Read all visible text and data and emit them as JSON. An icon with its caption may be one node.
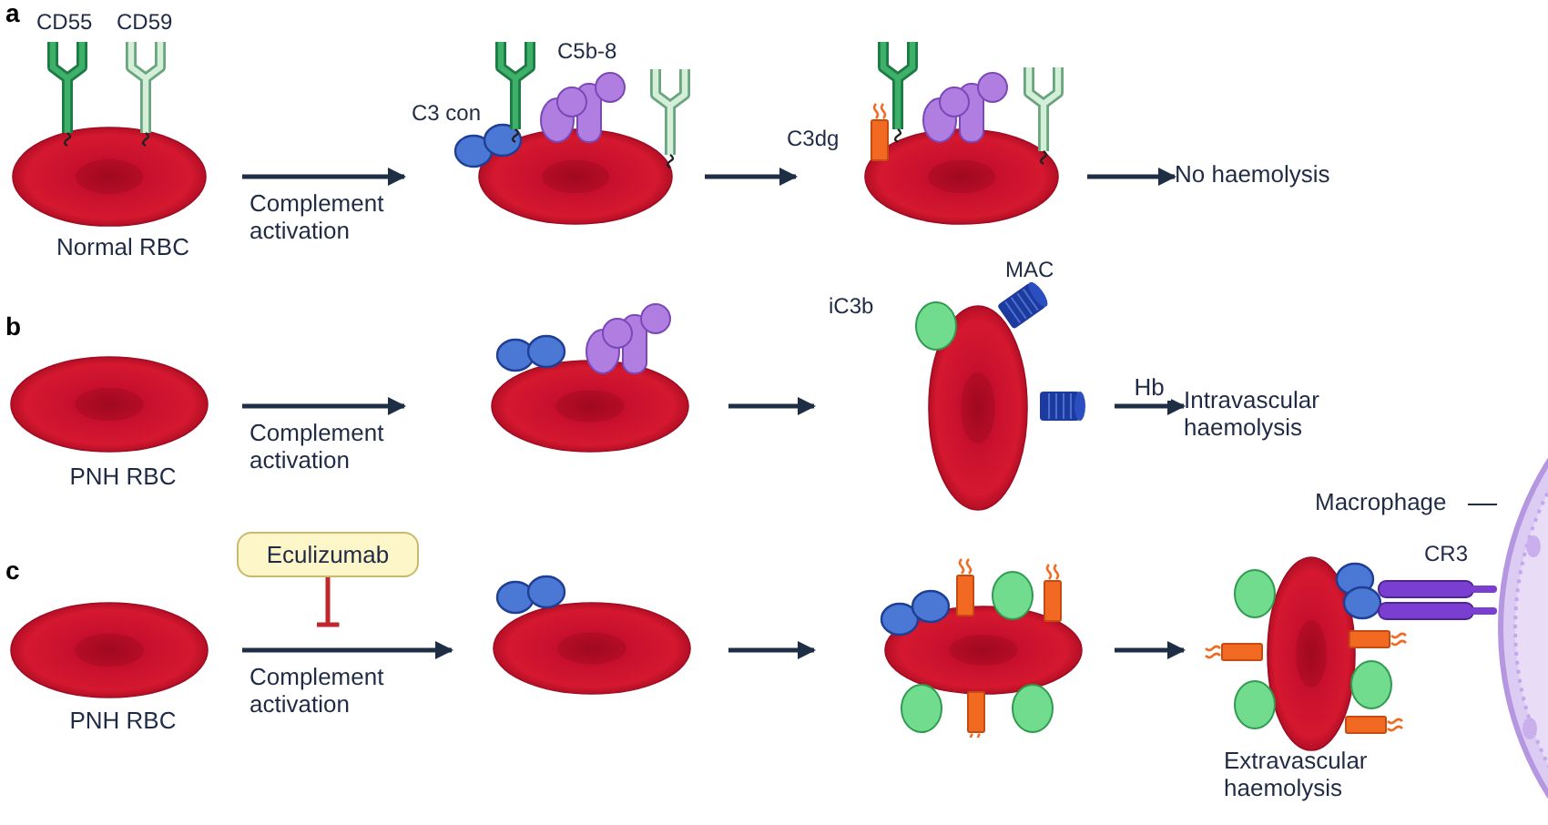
{
  "diagram": {
    "nodes": [
      {
        "text": [
          "Normal RBC"
        ]
      },
      {
        "text": [],
        "shape": "picture"
      },
      {
        "text": [],
        "shape": "picture"
      },
      {
        "text": [
          "No haemolysis"
        ]
      },
      {
        "text": [
          "PNH RBC"
        ]
      },
      {
        "text": [],
        "shape": "picture"
      },
      {
        "text": [],
        "shape": "picture"
      },
      {
        "text": [
          "Intravascular haemolysis"
        ]
      },
      {
        "text": [
          "PNH RBC"
        ]
      },
      {
        "text": [
          "Eculizumab"
        ]
      },
      {
        "text": [],
        "shape": "picture"
      },
      {
        "text": [],
        "shape": "picture"
      },
      {
        "text": [
          "Extravascular haemolysis"
        ]
      },
      {
        "text": [
          "Macrophage"
        ]
      },
      {
        "text": [],
        "shape": "picture"
      }
    ],
    "edges": [
      {
        "from": 0,
        "to": 1,
        "arrow": "to",
        "label": "Complement activation"
      },
      {
        "from": 1,
        "to": 2,
        "arrow": "to"
      },
      {
        "from": 2,
        "to": 3,
        "arrow": "to"
      },
      {
        "from": 4,
        "to": 5,
        "arrow": "to",
        "label": "Complement activation"
      },
      {
        "from": 5,
        "to": 6,
        "arrow": "to"
      },
      {
        "from": 6,
        "to": 7,
        "arrow": "to",
        "label": "Hb"
      },
      {
        "from": 8,
        "to": 10,
        "arrow": "to",
        "label": "Complement activation"
      },
      {
        "from": 9,
        "to": null,
        "arrow": "other",
        "color": "#c0272d"
      },
      {
        "from": 10,
        "to": 11,
        "arrow": "to"
      },
      {
        "from": 11,
        "to": 12,
        "arrow": "to"
      },
      {
        "from": 13,
        "to": 14,
        "arrow": "none"
      }
    ],
    "labels": [
      "a",
      "CD55",
      "CD59",
      "C5b-8",
      "C3 con",
      "C3dg",
      "b",
      "MAC",
      "iC3b",
      "c",
      "CR3"
    ]
  }
}
